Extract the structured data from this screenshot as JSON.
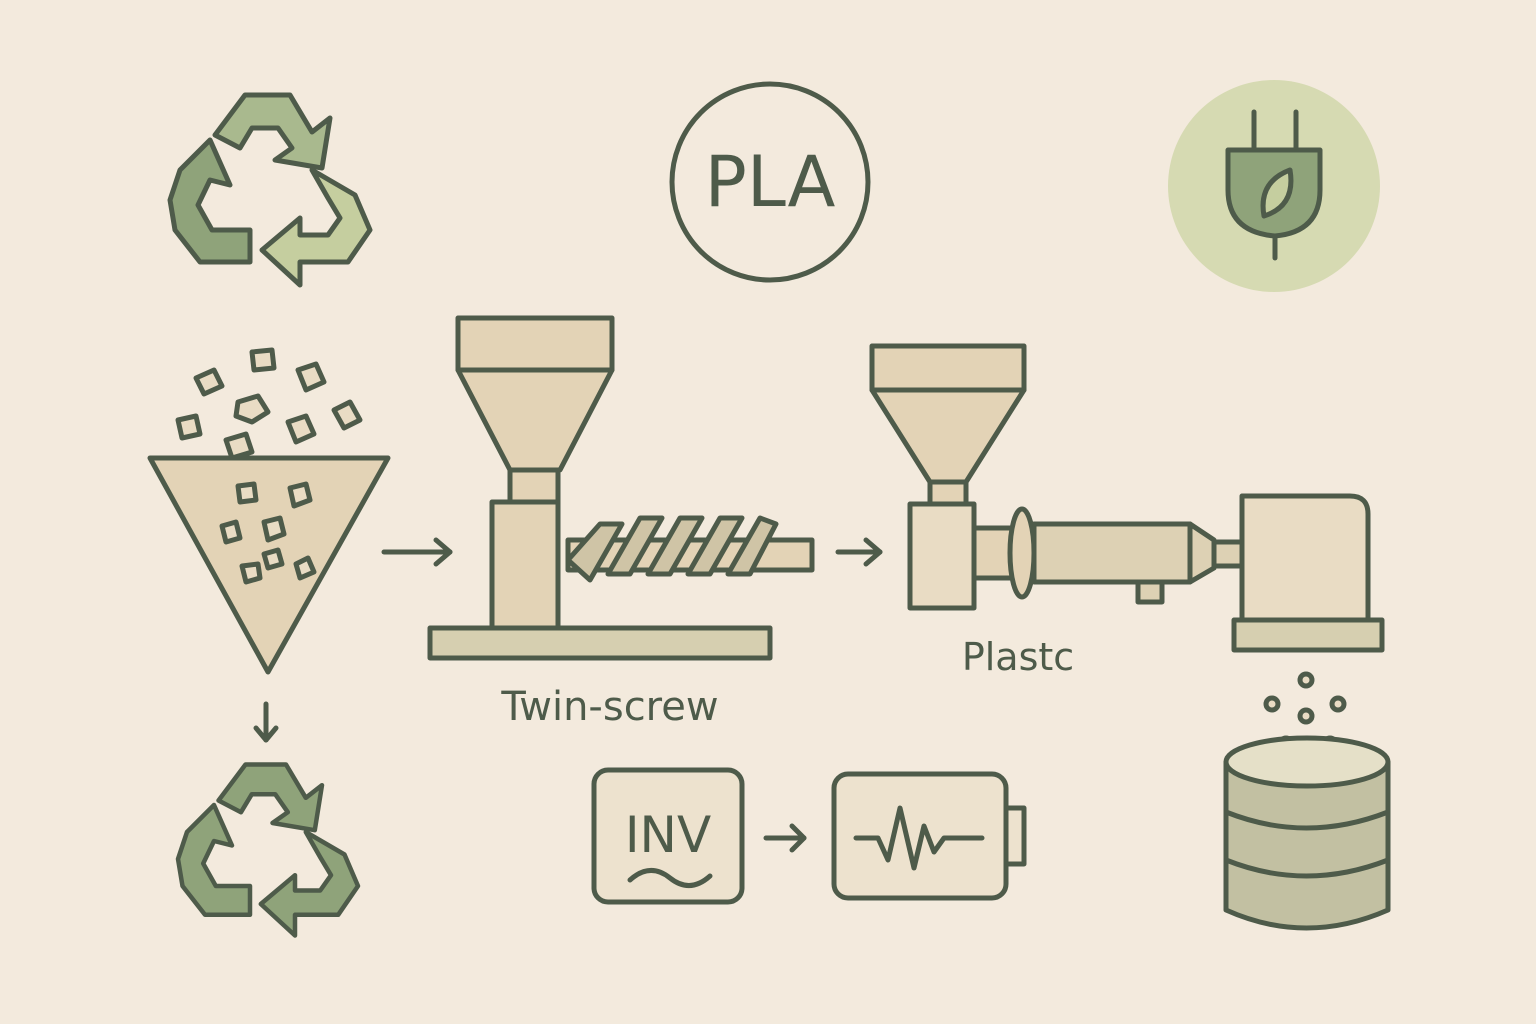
{
  "labels": {
    "pla": "PLA",
    "twin_screw": "Twin-screw",
    "plastc": "Plastc",
    "inv": "INV"
  },
  "icons": {
    "recycle_top": "recycle-icon",
    "recycle_bottom": "recycle-icon",
    "plug": "plug-leaf-icon",
    "waveform": "waveform-icon",
    "drum": "drum-icon"
  },
  "colors": {
    "background": "#f3eadd",
    "ink": "#4e5b4a",
    "sage_dark": "#8fa37a",
    "sage_light": "#c5ce9f",
    "beige": "#e9dcc4",
    "tan": "#d6c4a6",
    "drum": "#c2c0a2"
  }
}
